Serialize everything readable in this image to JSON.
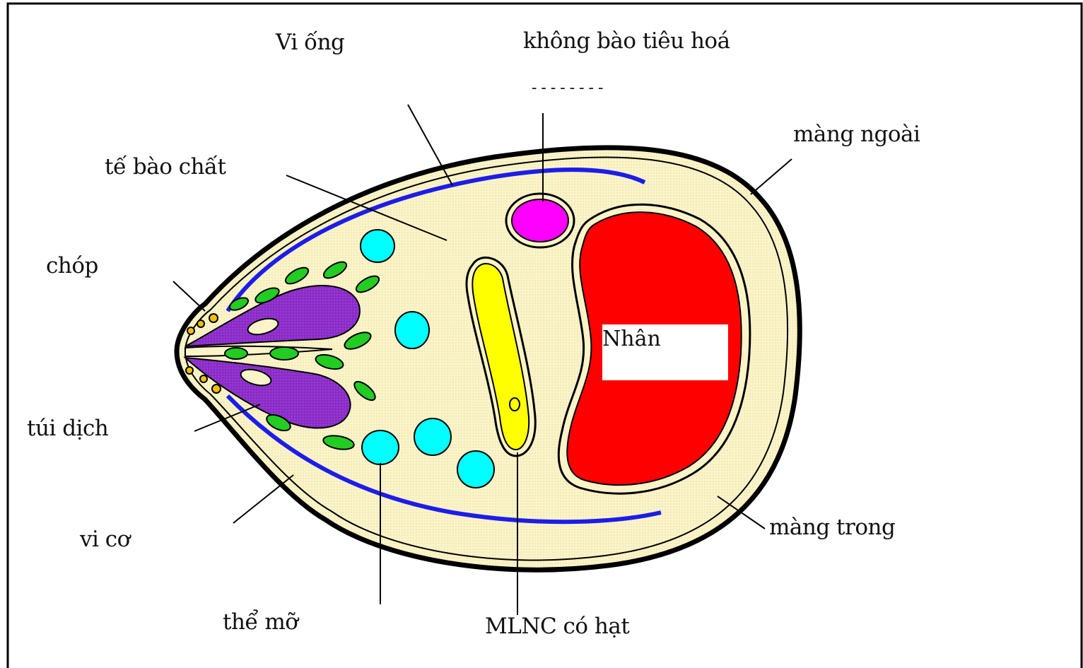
{
  "colors": {
    "cytoplasm": "#fbf4c8",
    "outer_membrane": "#000000",
    "microtubule": "#1d1de8",
    "nucleus": "#ff0000",
    "digestive_vacuole": "#ff00ff",
    "rough_er": "#ffff00",
    "fat_body": "#00ffff",
    "fluid_sac": "#8a2bc8",
    "micromuscle": "#22cc22",
    "tip_granules": "#f0c000"
  },
  "labels": {
    "vi_ong": "Vi ống",
    "khong_bao_tieu_hoa": "không bào tiêu hoá",
    "dashes": "- - - - - - - -",
    "mang_ngoai": "màng ngoài",
    "te_bao_chat": "tế bào chất",
    "chop": "chóp",
    "nhan": "Nhân",
    "tui_dich": "túi dịch",
    "vi_co": "vi cơ",
    "mang_trong": "màng trong",
    "the_mo": "thể mỡ",
    "mlnc": "MLNC có hạt"
  }
}
